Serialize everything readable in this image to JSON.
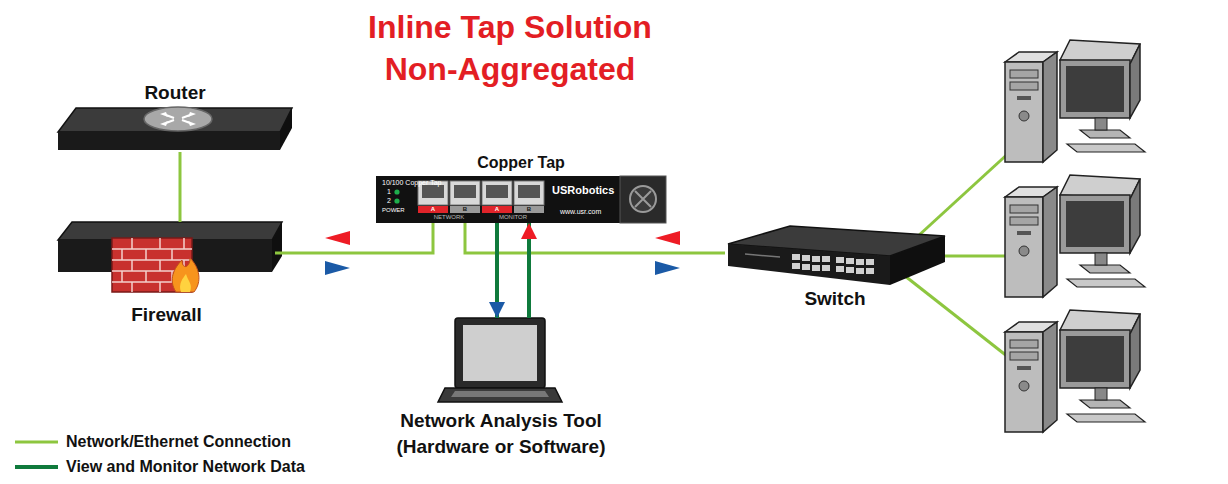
{
  "diagram": {
    "title": "Inline Tap Solution Non-Aggregated",
    "nodes": [
      {
        "text": [
          "Router"
        ]
      },
      {
        "text": [
          "Copper Tap"
        ]
      },
      {
        "text": [
          "Firewall"
        ]
      },
      {
        "text": [
          "Switch"
        ]
      },
      {
        "text": [
          "Network Analysis Tool (Hardware or Software)"
        ]
      }
    ],
    "edges": [
      {
        "from": 0,
        "to": 2,
        "arrow": "none"
      },
      {
        "from": 2,
        "to": 1,
        "arrow": "none"
      },
      {
        "from": 1,
        "to": 3,
        "arrow": "none"
      },
      {
        "from": 1,
        "to": 4,
        "arrow": "to"
      },
      {
        "from": 4,
        "to": 1,
        "arrow": "to"
      }
    ],
    "labels": [
      "10/100 Copper Tap",
      "1",
      "2",
      "POWER",
      "A",
      "B",
      "A",
      "B",
      "NETWORK",
      "MONITOR",
      "USRobotics",
      "www.usr.com"
    ],
    "legend": [
      {
        "text": "Network/Ethernet Connection"
      },
      {
        "text": "View and Monitor Network Data"
      }
    ]
  }
}
